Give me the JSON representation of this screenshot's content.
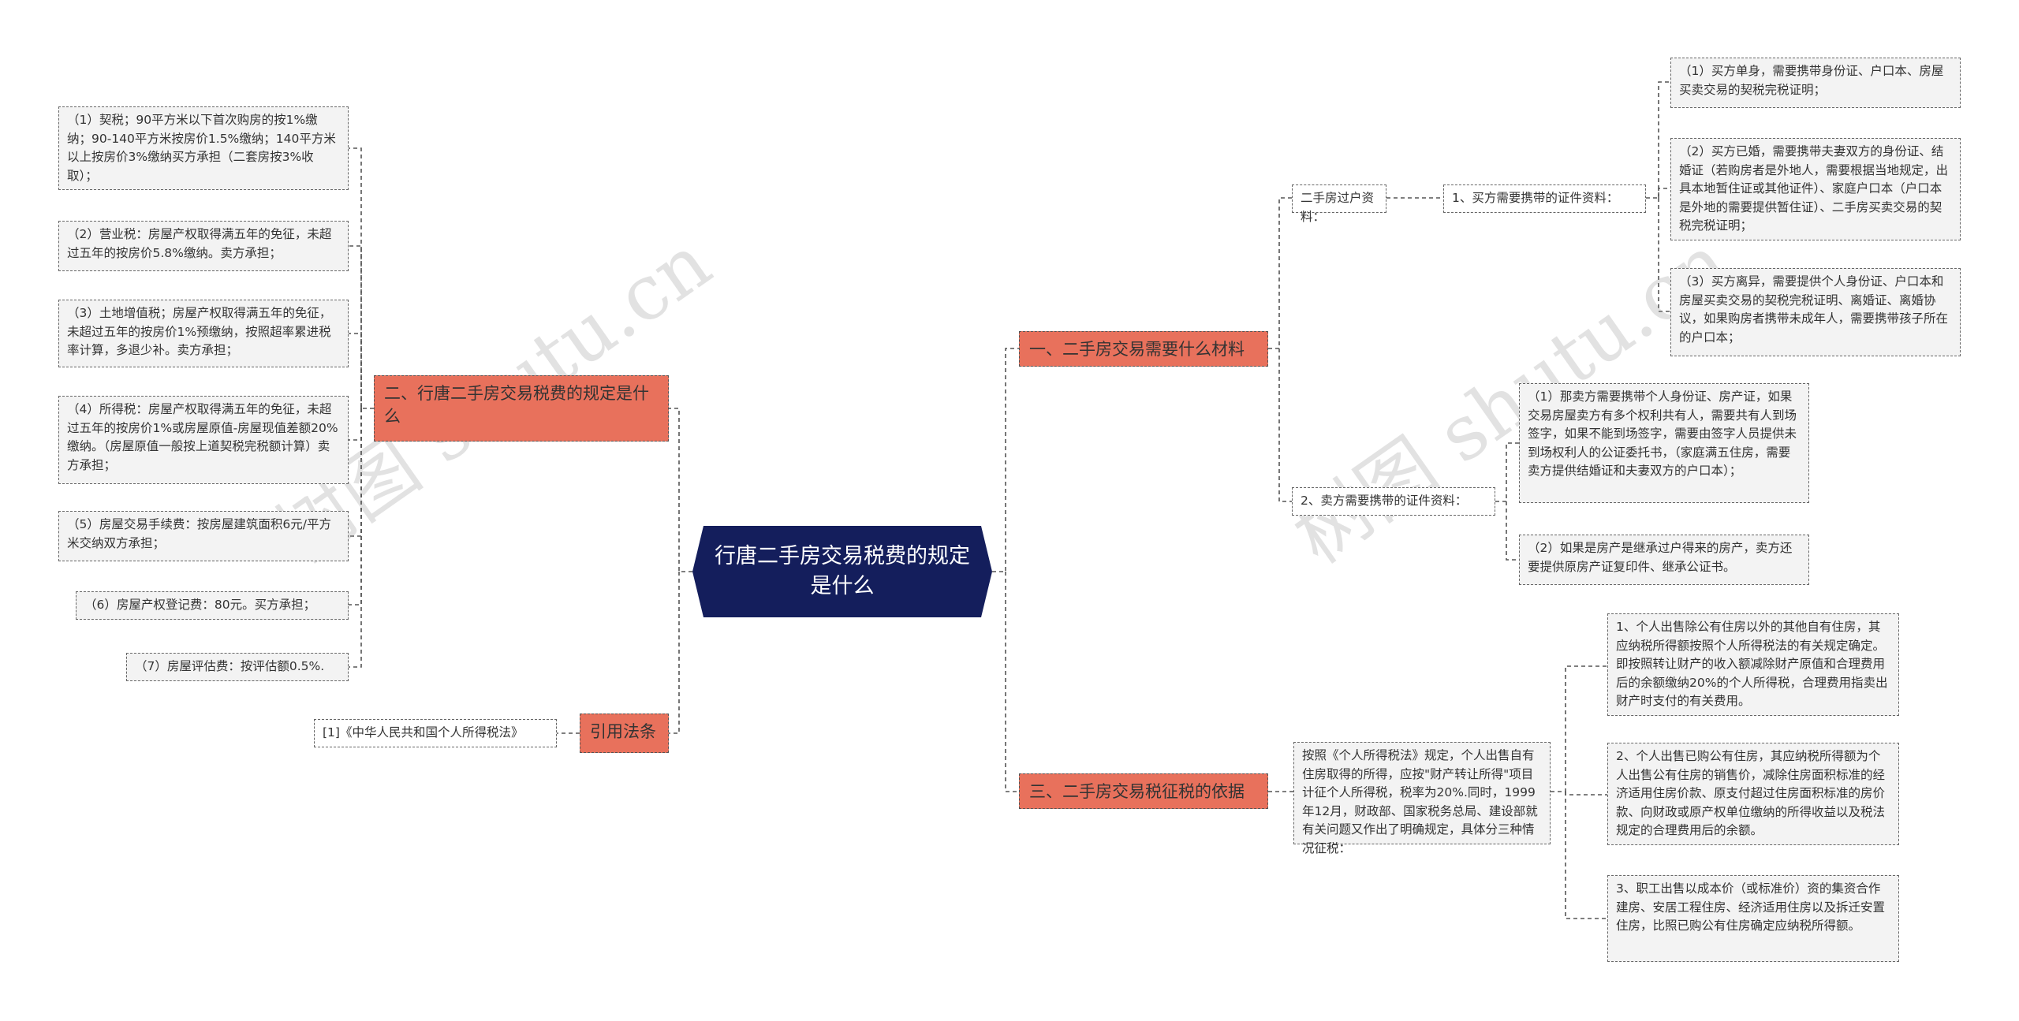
{
  "root": {
    "title": "行唐二手房交易税费的规定是什么"
  },
  "watermark": "树图 shutu.cn",
  "branches": {
    "materials": "一、二手房交易需要什么材料",
    "rules": "二、行唐二手房交易税费的规定是什么",
    "basis": "三、二手房交易税征税的依据",
    "law": "引用法条"
  },
  "materials": {
    "transfer_label": "二手房过户资料：",
    "buyer_label": "1、买方需要携带的证件资料：",
    "buyer_items": [
      "（1）买方单身，需要携带身份证、户口本、房屋买卖交易的契税完税证明；",
      "（2）买方已婚，需要携带夫妻双方的身份证、结婚证（若购房者是外地人，需要根据当地规定，出具本地暂住证或其他证件）、家庭户口本（户口本是外地的需要提供暂住证）、二手房买卖交易的契税完税证明；",
      "（3）买方离异，需要提供个人身份证、户口本和房屋买卖交易的契税完税证明、离婚证、离婚协议，如果购房者携带未成年人，需要携带孩子所在的户口本；"
    ],
    "seller_label": "2、卖方需要携带的证件资料：",
    "seller_items": [
      "（1）那卖方需要携带个人身份证、房产证，如果交易房屋卖方有多个权利共有人，需要共有人到场签字，如果不能到场签字，需要由签字人员提供未到场权利人的公证委托书，（家庭满五住房，需要卖方提供结婚证和夫妻双方的户口本）；",
      "（2）如果是房产是继承过户得来的房产，卖方还要提供原房产证复印件、继承公证书。"
    ]
  },
  "rules": {
    "items": [
      "（1）契税；90平方米以下首次购房的按1%缴纳；90-140平方米按房价1.5%缴纳；140平方米以上按房价3%缴纳买方承担（二套房按3%收取）；",
      "（2）营业税：房屋产权取得满五年的免征，未超过五年的按房价5.8%缴纳。卖方承担；",
      "（3）土地增值税；房屋产权取得满五年的免征，未超过五年的按房价1%预缴纳，按照超率累进税率计算，多退少补。卖方承担；",
      "（4）所得税：房屋产权取得满五年的免征，未超过五年的按房价1%或房屋原值-房屋现值差额20%缴纳。（房屋原值一般按上道契税完税额计算）卖方承担；",
      "（5）房屋交易手续费：按房屋建筑面积6元/平方米交纳双方承担；",
      "（6）房屋产权登记费：80元。买方承担；",
      "（7）房屋评估费：按评估额0.5%."
    ]
  },
  "basis": {
    "intro": "按照《个人所得税法》规定，个人出售自有住房取得的所得，应按\"财产转让所得\"项目计征个人所得税，税率为20%.同时，1999年12月，财政部、国家税务总局、建设部就有关问题又作出了明确规定，具体分三种情况征税：",
    "items": [
      "1、个人出售除公有住房以外的其他自有住房，其应纳税所得额按照个人所得税法的有关规定确定。即按照转让财产的收入额减除财产原值和合理费用后的余额缴纳20%的个人所得税，合理费用指卖出财产时支付的有关费用。",
      "2、个人出售已购公有住房，其应纳税所得额为个人出售公有住房的销售价，减除住房面积标准的经济适用住房价款、原支付超过住房面积标准的房价款、向财政或原产权单位缴纳的所得收益以及税法规定的合理费用后的余额。",
      "3、职工出售以成本价（或标准价）资的集资合作建房、安居工程住房、经济适用住房以及拆迁安置住房，比照已购公有住房确定应纳税所得额。"
    ]
  },
  "law": {
    "items": [
      "[1]《中华人民共和国个人所得税法》"
    ]
  }
}
